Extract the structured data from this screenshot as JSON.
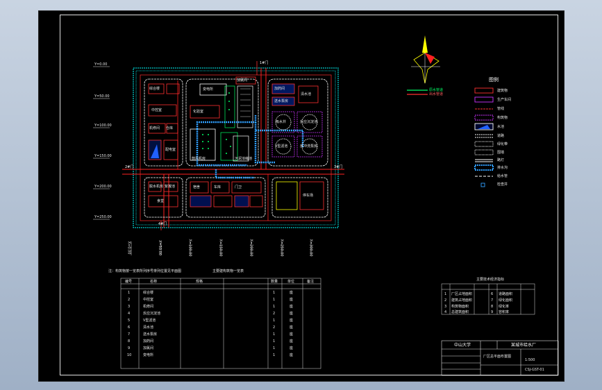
{
  "sheet": {
    "row_labels": [
      "Y=0.00",
      "Y=50.00",
      "Y=100.00",
      "Y=150.00",
      "Y=200.00",
      "Y=250.00"
    ],
    "col_labels": [
      "X=0.00",
      "X=50.00",
      "X=100.00",
      "X=150.00",
      "X=200.00",
      "X=250.00",
      "X=300.00"
    ],
    "gate_labels": [
      "1#门",
      "2#门",
      "3#门",
      "4#门"
    ],
    "water_lines": [
      "原水管道",
      "出水管道"
    ]
  },
  "plant": {
    "buildings": [
      "综合楼",
      "中控室",
      "机修间",
      "仓库",
      "配电室",
      "变电所",
      "化验室",
      "加氯间",
      "加药间",
      "清水池",
      "送水泵房",
      "吸水井",
      "反应沉淀池",
      "V型滤池",
      "反冲洗泵房",
      "鼓风机房",
      "污泥浓缩池",
      "脱水机房",
      "絮凝池",
      "食堂",
      "宿舍",
      "车库",
      "门卫",
      "停车场"
    ]
  },
  "legend": {
    "title": "图例",
    "items": [
      "建筑物",
      "生产车间",
      "管线",
      "构筑物",
      "水池",
      "道路",
      "绿化带",
      "围墙",
      "路灯",
      "排水沟",
      "给水管",
      "检查井"
    ]
  },
  "table_main": {
    "title": "主要建构筑物一览表",
    "note": "注：构筑物按一览表所列序号排列位置见平面图",
    "headers": [
      "编号",
      "名称",
      "规格",
      "数量",
      "单位",
      "备注"
    ],
    "rows": [
      [
        "1",
        "综合楼",
        "",
        "1",
        "座",
        ""
      ],
      [
        "2",
        "中控室",
        "",
        "1",
        "座",
        ""
      ],
      [
        "3",
        "机修间",
        "",
        "1",
        "座",
        ""
      ],
      [
        "4",
        "反应沉淀池",
        "",
        "2",
        "座",
        ""
      ],
      [
        "5",
        "V型滤池",
        "",
        "1",
        "座",
        ""
      ],
      [
        "6",
        "清水池",
        "",
        "2",
        "座",
        ""
      ],
      [
        "7",
        "送水泵房",
        "",
        "1",
        "座",
        ""
      ],
      [
        "8",
        "加药间",
        "",
        "1",
        "座",
        ""
      ],
      [
        "9",
        "加氯间",
        "",
        "1",
        "座",
        ""
      ],
      [
        "10",
        "变电所",
        "",
        "1",
        "座",
        ""
      ]
    ]
  },
  "table_small": {
    "title": "主要技术经济指标",
    "rows": [
      [
        "1",
        "厂区占地面积",
        "",
        "6",
        "道路面积",
        ""
      ],
      [
        "2",
        "建筑占地面积",
        "",
        "7",
        "绿化面积",
        ""
      ],
      [
        "3",
        "构筑物面积",
        "",
        "8",
        "绿化率",
        ""
      ],
      [
        "4",
        "总建筑面积",
        "",
        "9",
        "容积率",
        ""
      ]
    ]
  },
  "title_block": {
    "school": "中山大学",
    "project": "某城市给水厂",
    "drawing": "厂区总平面布置图",
    "code": "CSJ-GST-01",
    "scale": "1:500"
  }
}
